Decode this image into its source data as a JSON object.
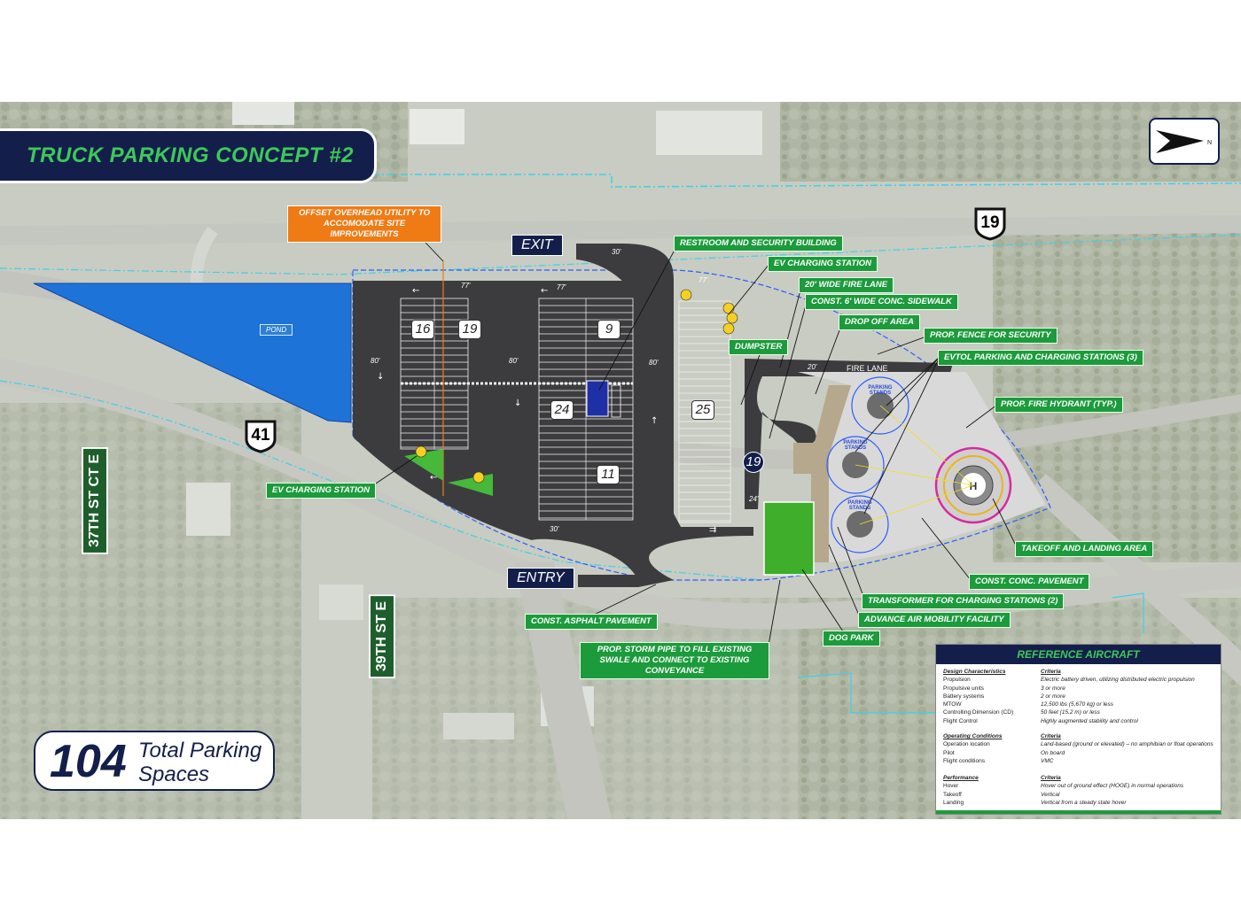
{
  "title": "TRUCK PARKING CONCEPT #2",
  "totals": {
    "count": "104",
    "label": "Total Parking Spaces"
  },
  "nav": {
    "exit": "EXIT",
    "entry": "ENTRY"
  },
  "routes": {
    "us41": "41",
    "us19": "19"
  },
  "streets": {
    "s37": "37TH ST CT E",
    "s39": "39TH ST E"
  },
  "pond_label": "POND",
  "fire_lane_label": "FIRE LANE",
  "evtol_stand_label": "PARKING STANDS",
  "parking_counts": {
    "a": "16",
    "b": "19",
    "c": "9",
    "d": "24",
    "e": "25",
    "f": "11",
    "g": "19"
  },
  "dimensions": {
    "d77a": "77'",
    "d77b": "77'",
    "d77c": "77'",
    "d80a": "80'",
    "d80b": "80'",
    "d80c": "80'",
    "d30a": "30'",
    "d30b": "30'",
    "d20": "20'",
    "d24": "24'"
  },
  "callouts": {
    "offset_utility": "OFFSET OVERHEAD UTILITY TO ACCOMODATE SITE IMPROVEMENTS",
    "restroom": "RESTROOM AND SECURITY BUILDING",
    "ev_charging_top": "EV CHARGING STATION",
    "fire_lane_20": "20' WIDE FIRE LANE",
    "sidewalk": "CONST. 6' WIDE CONC. SIDEWALK",
    "drop_off": "DROP OFF AREA",
    "dumpster": "DUMPSTER",
    "fence": "PROP. FENCE FOR SECURITY",
    "evtol": "EVTOL PARKING AND CHARGING STATIONS (3)",
    "hydrant": "PROP. FIRE HYDRANT (TYP.)",
    "ev_charging_bottom": "EV CHARGING STATION",
    "takeoff": "TAKEOFF AND LANDING AREA",
    "conc_pavement": "CONST. CONC. PAVEMENT",
    "transformer": "TRANSFORMER FOR CHARGING STATIONS (2)",
    "amf": "ADVANCE AIR MOBILITY FACILITY",
    "asphalt": "CONST. ASPHALT PAVEMENT",
    "dog_park": "DOG PARK",
    "storm_pipe": "PROP. STORM PIPE TO FILL EXISTING SWALE AND CONNECT TO EXISTING CONVEYANCE"
  },
  "reference_aircraft": {
    "title": "REFERENCE AIRCRAFT",
    "groups": [
      {
        "heading": [
          "Design Characteristics",
          "Criteria"
        ],
        "rows": [
          [
            "Propulsion",
            "Electric battery driven, utilizing distributed electric propulsion"
          ],
          [
            "Propulsive units",
            "3 or more"
          ],
          [
            "Battery systems",
            "2 or more"
          ],
          [
            "MTOW",
            "12,500 lbs (5,670 kg) or less"
          ],
          [
            "Controlling Dimension (CD)",
            "50 feet (15.2 m) or less"
          ],
          [
            "Flight Control",
            "Highly augmented stability and control"
          ]
        ]
      },
      {
        "heading": [
          "Operating Conditions",
          "Criteria"
        ],
        "rows": [
          [
            "Operation location",
            "Land-based (ground or elevated) – no amphibian or float operations"
          ],
          [
            "Pilot",
            "On board"
          ],
          [
            "Flight conditions",
            "VMC"
          ]
        ]
      },
      {
        "heading": [
          "Performance",
          "Criteria"
        ],
        "rows": [
          [
            "Hover",
            "Hover out of ground effect (HOGE) in normal operations"
          ],
          [
            "Takeoff",
            "Vertical"
          ],
          [
            "Landing",
            "Vertical from a steady state hover"
          ]
        ]
      }
    ]
  },
  "colors": {
    "navy": "#131f4a",
    "green": "#1c9b3c",
    "orange": "#ef7b15",
    "pond": "#1e73d8",
    "asphalt": "#3c3c3e"
  }
}
